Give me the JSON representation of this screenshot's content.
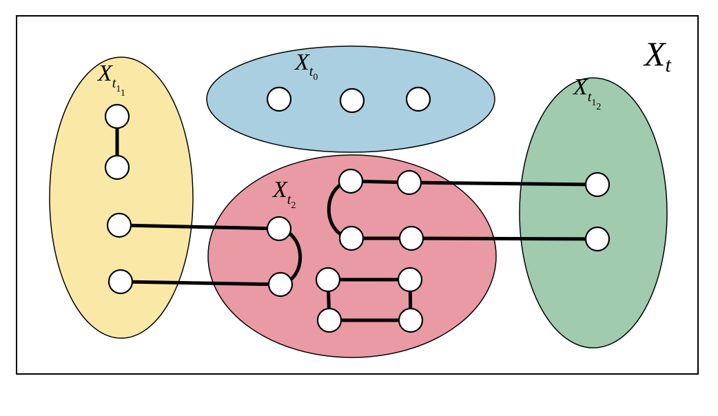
{
  "colors": {
    "frame": "#000000",
    "region_t1_1": "#FAE8A6",
    "region_t0": "#A9CFE0",
    "region_t2": "#E99AA4",
    "region_t1_2": "#A0CBAE",
    "node_fill": "#FFFFFF",
    "edge": "#000000"
  },
  "labels": {
    "outer": {
      "base": "X",
      "sub": "t"
    },
    "t0": {
      "base": "X",
      "sub": "t",
      "subsub": "0"
    },
    "t1_1": {
      "base": "X",
      "sub": "t",
      "subsub": "1",
      "subsubsub": "1"
    },
    "t1_2": {
      "base": "X",
      "sub": "t",
      "subsub": "1",
      "subsubsub": "2"
    },
    "t2": {
      "base": "X",
      "sub": "t",
      "subsub": "2"
    }
  }
}
